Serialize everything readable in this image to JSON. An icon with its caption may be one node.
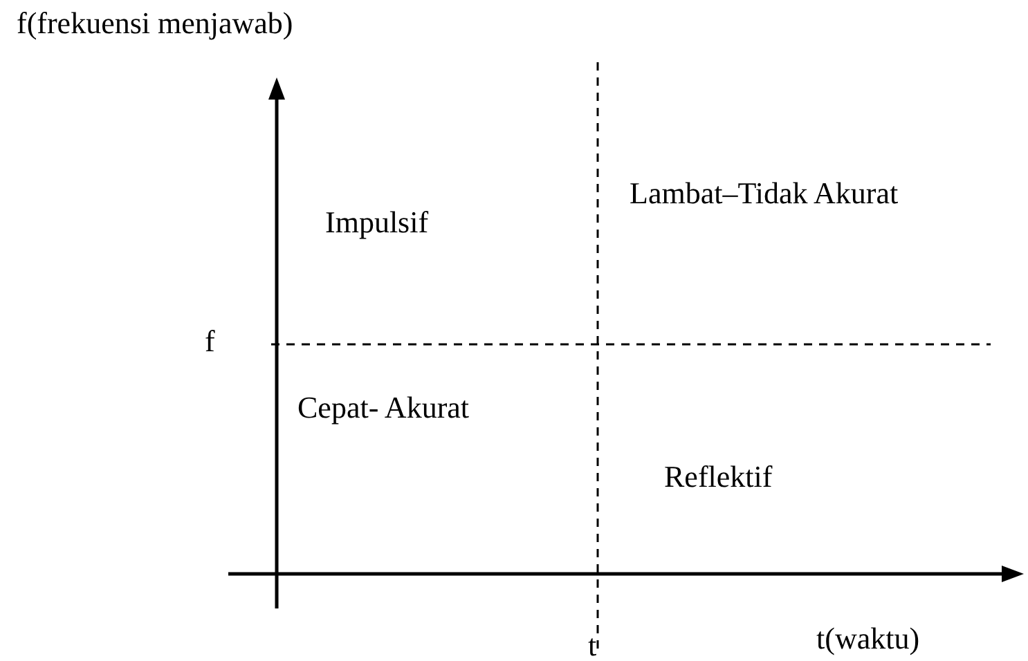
{
  "diagram": {
    "labels": [
      "f(frekuensi menjawab)",
      "Impulsif",
      "Lambat–Tidak Akurat",
      "f",
      "Cepat- Akurat",
      "Reflektif",
      "t",
      "t(waktu)"
    ]
  }
}
